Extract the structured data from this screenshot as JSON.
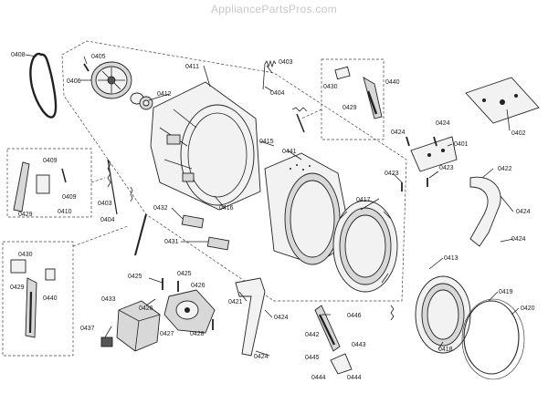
{
  "watermark": "AppliancePartsPros.com",
  "labels": {
    "p0408": "0408",
    "p0405": "0405",
    "p0406": "0406",
    "p0411": "0411",
    "p0412": "0412",
    "p0403a": "0403",
    "p0404a": "0404",
    "p0430a": "0430",
    "p0440a": "0440",
    "p0429a": "0429",
    "p0402": "0402",
    "p0424a": "0424",
    "p0424b": "0424",
    "p0401": "0401",
    "p0423a": "0423",
    "p0423b": "0423",
    "p0415": "0415",
    "p0441": "0441",
    "p0409a": "0409",
    "p0409b": "0409",
    "p0410": "0410",
    "p0429b": "0429",
    "p0403b": "0403",
    "p0404b": "0404",
    "p0416": "0416",
    "p0417": "0417",
    "p0422": "0422",
    "p0424c": "0424",
    "p0424d": "0424",
    "p0432": "0432",
    "p0431": "0431",
    "p0430b": "0430",
    "p0429c": "0429",
    "p0440b": "0440",
    "p0425a": "0425",
    "p0425b": "0425",
    "p0426a": "0426",
    "p0426b": "0426",
    "p0433": "0433",
    "p0437": "0437",
    "p0427": "0427",
    "p0428": "0428",
    "p0421": "0421",
    "p0424e": "0424",
    "p0424f": "0424",
    "p0446": "0446",
    "p0442": "0442",
    "p0443": "0443",
    "p0445": "0445",
    "p0444a": "0444",
    "p0444b": "0444",
    "p0413": "0413",
    "p0418": "0418",
    "p0419": "0419",
    "p0420": "0420"
  }
}
